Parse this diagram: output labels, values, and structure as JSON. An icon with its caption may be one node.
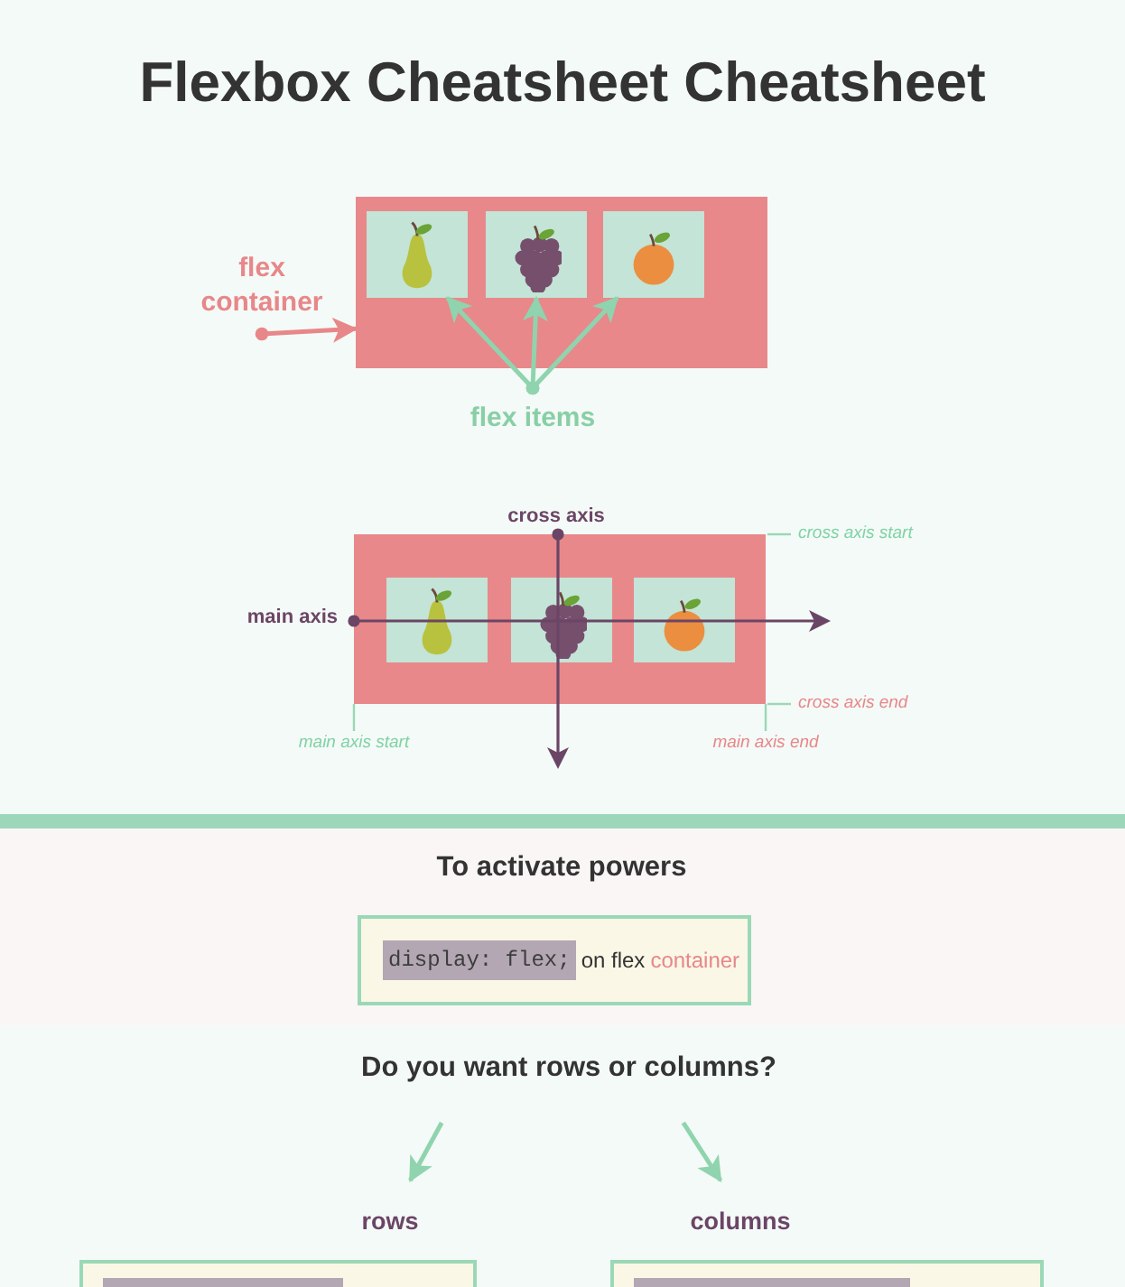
{
  "diagram": {
    "title": "Flexbox Cheatsheet Cheatsheet",
    "nodes": [
      {
        "text": [
          "flex container"
        ]
      },
      {
        "text": [],
        "shape": "box"
      },
      {
        "text": [],
        "shape": "box",
        "in": 1
      },
      {
        "text": [],
        "shape": "box",
        "in": 1
      },
      {
        "text": [],
        "shape": "box",
        "in": 1
      },
      {
        "text": [
          "flex items"
        ]
      },
      {
        "text": [],
        "shape": "box"
      },
      {
        "text": [],
        "shape": "box",
        "in": 6
      },
      {
        "text": [],
        "shape": "box",
        "in": 6
      },
      {
        "text": [],
        "shape": "box",
        "in": 6
      },
      {
        "text": [
          "display: flex;",
          "on flex",
          "container"
        ]
      },
      {
        "text": [
          "Do you want rows or columns?"
        ]
      },
      {
        "text": [
          "rows"
        ]
      },
      {
        "text": [
          "columns"
        ]
      },
      {
        "text": [],
        "shape": "box"
      },
      {
        "text": [],
        "shape": "box"
      }
    ],
    "edges": [
      {
        "from": 0,
        "to": 1,
        "arrow": "to",
        "color": "#e8878a"
      },
      {
        "from": 5,
        "to": 2,
        "arrow": "to"
      },
      {
        "from": 5,
        "to": 3,
        "arrow": "to"
      },
      {
        "from": 5,
        "to": 4,
        "arrow": "to"
      },
      {
        "from": 11,
        "to": 12,
        "arrow": "to"
      },
      {
        "from": 11,
        "to": 13,
        "arrow": "to"
      }
    ],
    "labels": [
      "cross axis",
      "cross axis start",
      "main axis",
      "cross axis end",
      "main axis start",
      "main axis end",
      "To activate powers"
    ]
  }
}
